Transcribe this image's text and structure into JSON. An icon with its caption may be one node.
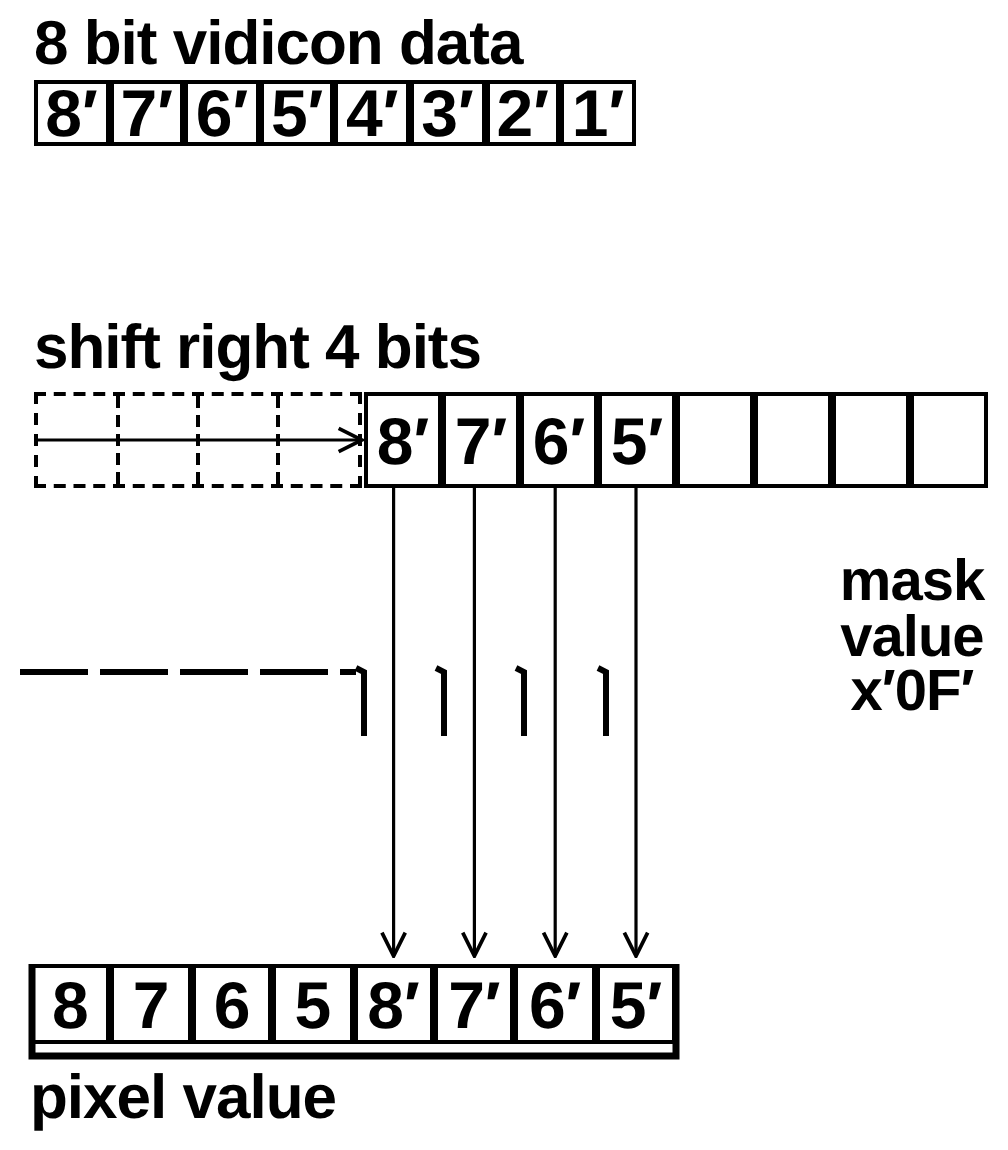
{
  "diagram": {
    "nodes": [
      {
        "text": [
          "8′"
        ]
      },
      {
        "text": [
          "7′"
        ]
      },
      {
        "text": [
          "6′"
        ]
      },
      {
        "text": [
          "5′"
        ]
      },
      {
        "text": [
          "4′"
        ]
      },
      {
        "text": [
          "3′"
        ]
      },
      {
        "text": [
          "2′"
        ]
      },
      {
        "text": [
          "1′"
        ]
      },
      {
        "text": [],
        "shape": "box"
      },
      {
        "text": [
          "8′"
        ]
      },
      {
        "text": [
          "7′"
        ]
      },
      {
        "text": [
          "6′"
        ]
      },
      {
        "text": [
          "5′"
        ]
      },
      {
        "text": [],
        "shape": "box"
      },
      {
        "text": [],
        "shape": "box"
      },
      {
        "text": [],
        "shape": "box"
      },
      {
        "text": [],
        "shape": "box"
      },
      {
        "text": [
          "8"
        ]
      },
      {
        "text": [
          "7"
        ]
      },
      {
        "text": [
          "6"
        ]
      },
      {
        "text": [
          "5"
        ]
      },
      {
        "text": [
          "8′"
        ]
      },
      {
        "text": [
          "7′"
        ]
      },
      {
        "text": [
          "6′"
        ]
      },
      {
        "text": [
          "5′"
        ]
      }
    ],
    "edges": [
      {
        "from": 8,
        "to": 9,
        "arrow": "to"
      },
      {
        "from": 9,
        "to": 21,
        "arrow": "to"
      },
      {
        "from": 10,
        "to": 22,
        "arrow": "to"
      },
      {
        "from": 11,
        "to": 23,
        "arrow": "to"
      },
      {
        "from": 12,
        "to": 24,
        "arrow": "to"
      }
    ],
    "labels": [
      "8 bit vidicon data",
      "shift right 4 bits",
      "mask value x′0F′",
      "pixel value"
    ]
  }
}
